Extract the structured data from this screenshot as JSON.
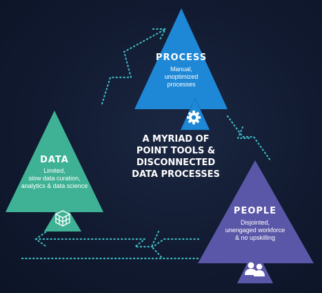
{
  "center": {
    "lines": [
      "A MYRIAD OF",
      "POINT TOOLS &",
      "DISCONNECTED",
      "DATA PROCESSES"
    ]
  },
  "process": {
    "title": "PROCESS",
    "desc": [
      "Manual,",
      "unoptimized",
      "processes"
    ],
    "icon": "gear-icon"
  },
  "data": {
    "title": "DATA",
    "desc": [
      "Limited,",
      "slow data curation,",
      "analytics & data science"
    ],
    "icon": "data-cube-icon"
  },
  "people": {
    "title": "PEOPLE",
    "desc": [
      "Disjointed,",
      "unengaged workforce",
      "& no upskilling"
    ],
    "icon": "people-icon"
  },
  "colors": {
    "process": "#1e88d6",
    "data": "#3fb295",
    "people": "#5b57a8",
    "dots": "#3fb8c0",
    "background": "#111a30"
  }
}
